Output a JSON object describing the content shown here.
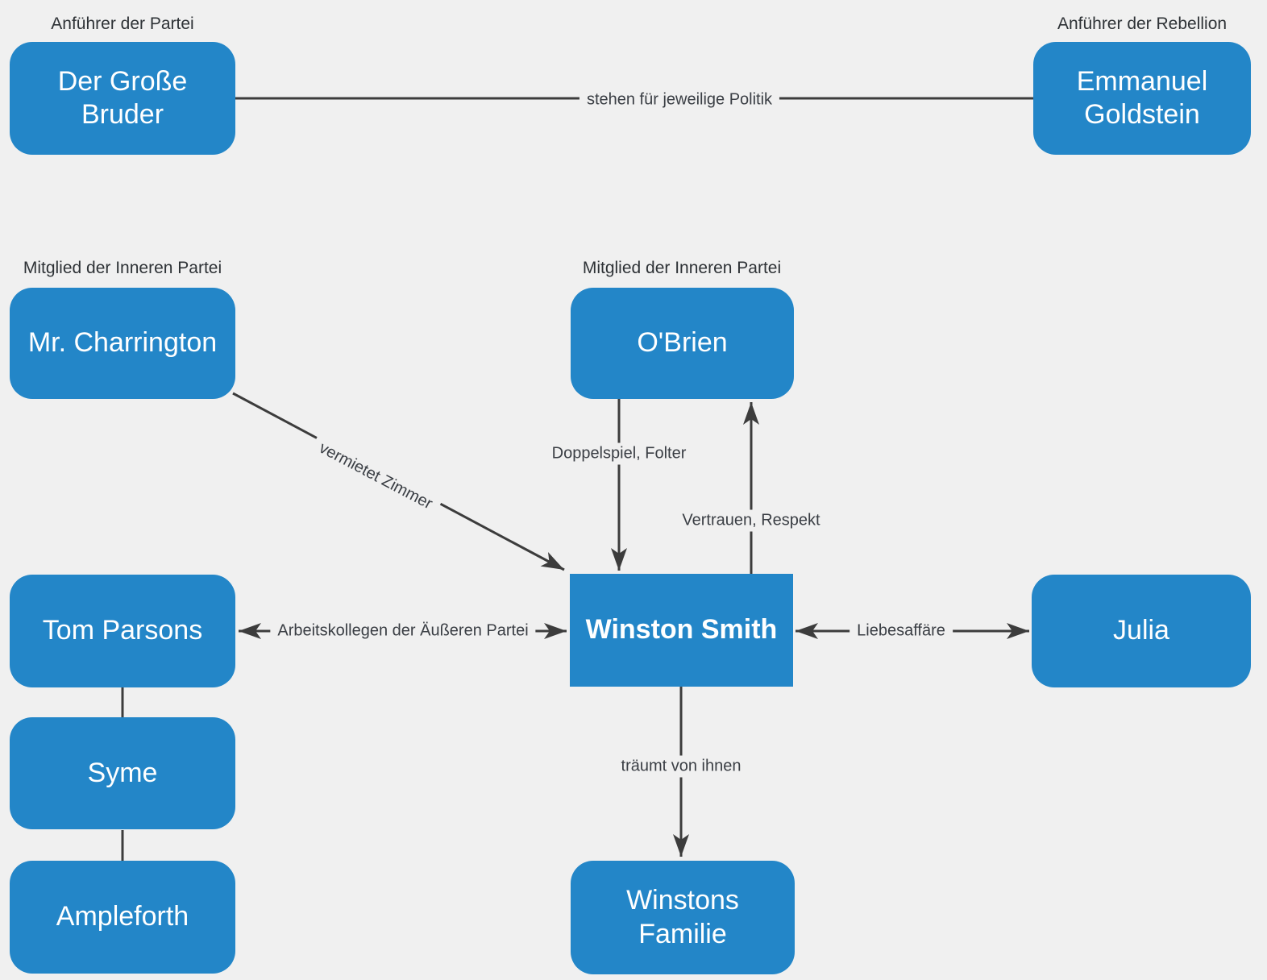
{
  "colors": {
    "background": "#F0F0F0",
    "node_fill": "#2386C8",
    "node_text": "#FFFFFF",
    "edge": "#3C3C3C",
    "edge_label_text": "#3A3E44",
    "annotation_text": "#2E3236"
  },
  "nodes": {
    "big_brother": {
      "label": "Der Große Bruder",
      "annotation": "Anführer der Partei"
    },
    "goldstein": {
      "label": "Emmanuel Goldstein",
      "annotation": "Anführer der Rebellion"
    },
    "charrington": {
      "label": "Mr. Charrington",
      "annotation": "Mitglied der Inneren Partei"
    },
    "obrien": {
      "label": "O'Brien",
      "annotation": "Mitglied der Inneren Partei"
    },
    "winston": {
      "label": "Winston Smith"
    },
    "parsons": {
      "label": "Tom Parsons"
    },
    "julia": {
      "label": "Julia"
    },
    "syme": {
      "label": "Syme"
    },
    "ampleforth": {
      "label": "Ampleforth"
    },
    "family": {
      "label": "Winstons Familie"
    }
  },
  "edges": {
    "politik": {
      "from": "big_brother",
      "to": "goldstein",
      "label": "stehen für jeweilige Politik",
      "arrows": "none"
    },
    "vermietet": {
      "from": "charrington",
      "to": "winston",
      "label": "vermietet Zimmer",
      "arrows": "end"
    },
    "doppelspiel": {
      "from": "obrien",
      "to": "winston",
      "label": "Doppelspiel, Folter",
      "arrows": "end"
    },
    "vertrauen": {
      "from": "winston",
      "to": "obrien",
      "label": "Vertrauen, Respekt",
      "arrows": "end"
    },
    "kollegen": {
      "from": "parsons",
      "to": "winston",
      "label": "Arbeitskollegen der Äußeren Partei",
      "arrows": "both"
    },
    "liebe": {
      "from": "winston",
      "to": "julia",
      "label": "Liebesaffäre",
      "arrows": "both"
    },
    "familie": {
      "from": "winston",
      "to": "family",
      "label": "träumt von ihnen",
      "arrows": "end"
    },
    "parsons_syme": {
      "from": "parsons",
      "to": "syme",
      "label": "",
      "arrows": "none"
    },
    "syme_ampleforth": {
      "from": "syme",
      "to": "ampleforth",
      "label": "",
      "arrows": "none"
    }
  }
}
